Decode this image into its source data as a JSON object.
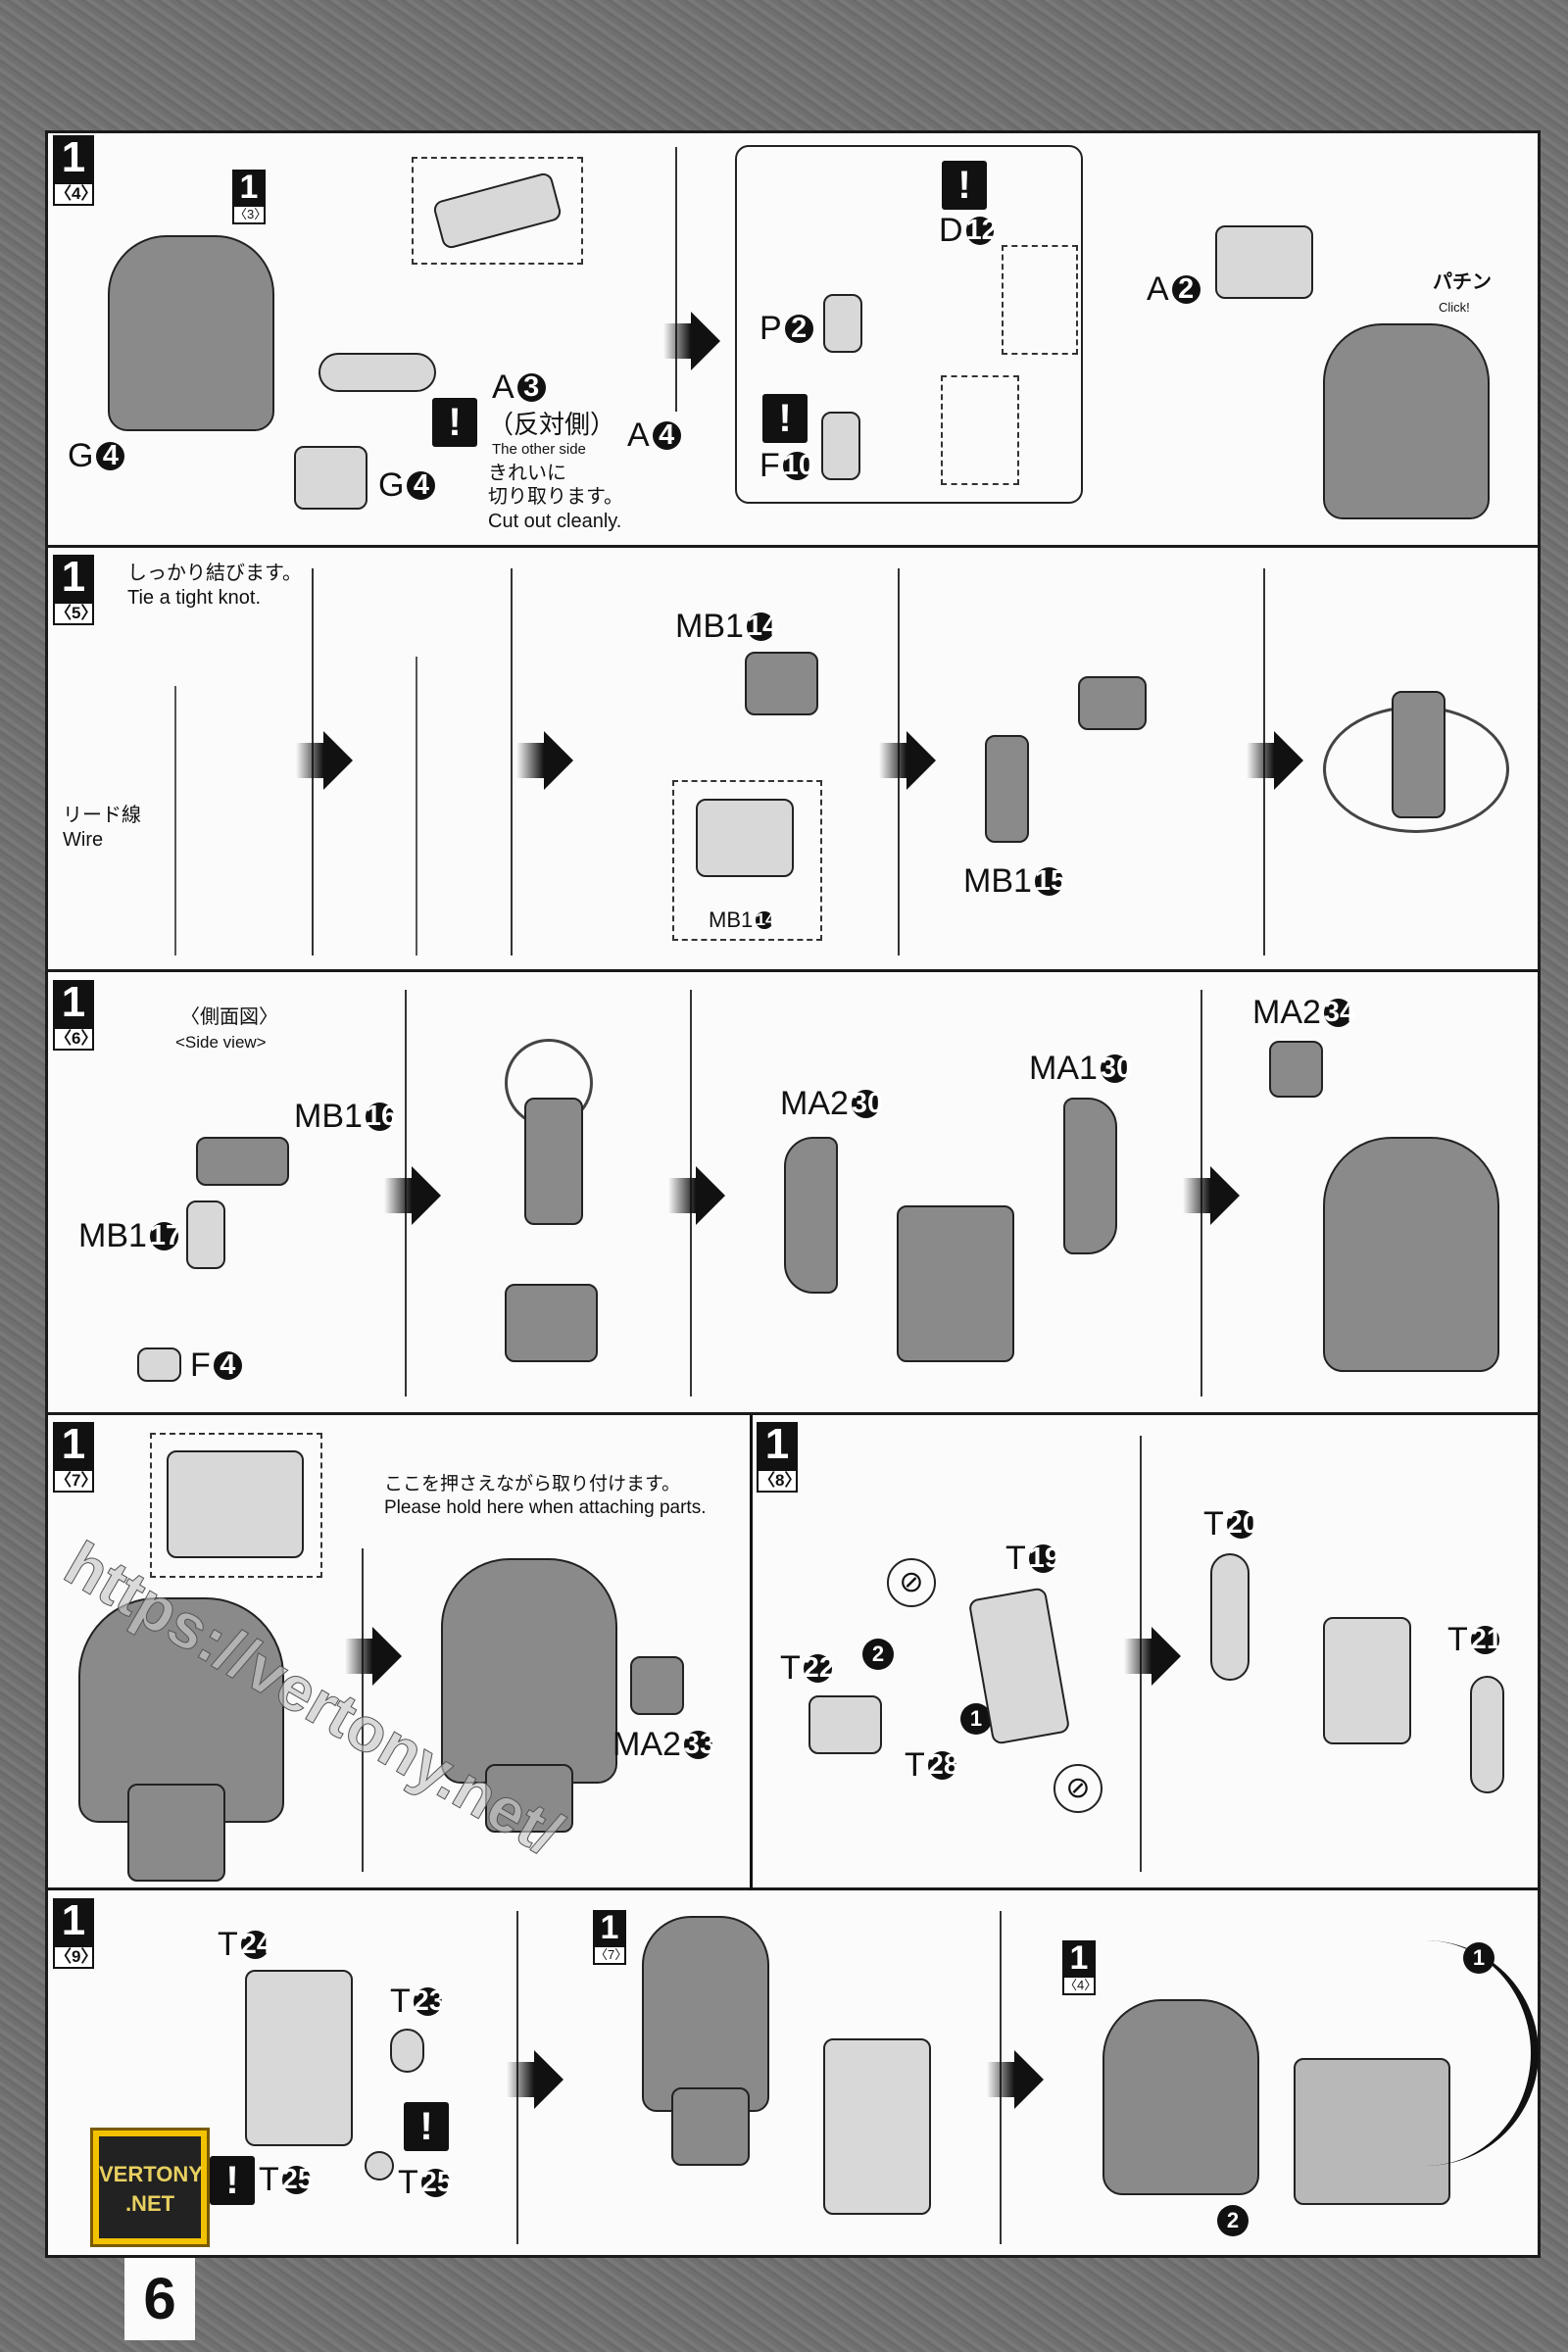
{
  "page_number": "6",
  "steps": [
    {
      "num": "1",
      "sub": "〈4〉",
      "ref": {
        "num": "1",
        "sub": "〈3〉"
      },
      "labels": {
        "a3": {
          "l": "A",
          "n": "3"
        },
        "a4": {
          "l": "A",
          "n": "4"
        },
        "g4a": {
          "l": "G",
          "n": "4"
        },
        "g4b": {
          "l": "G",
          "n": "4"
        },
        "d12": {
          "l": "D",
          "n": "12"
        },
        "p2": {
          "l": "P",
          "n": "2"
        },
        "f10": {
          "l": "F",
          "n": "10"
        },
        "a2": {
          "l": "A",
          "n": "2"
        }
      },
      "other_side_jp": "（反対側）",
      "other_side_en": "The other side",
      "cut_jp1": "きれいに",
      "cut_jp2": "切り取ります。",
      "cut_en": "Cut out cleanly.",
      "click_jp": "パチン",
      "click_en": "Click!",
      "warn": "!"
    },
    {
      "num": "1",
      "sub": "〈5〉",
      "knot_jp": "しっかり結びます。",
      "knot_en": "Tie a tight knot.",
      "wire_jp": "リード線",
      "wire_en": "Wire",
      "labels": {
        "mb14": {
          "l": "MB1",
          "n": "14"
        },
        "mb14s": {
          "l": "MB1",
          "n": "14"
        },
        "mb15": {
          "l": "MB1",
          "n": "15"
        }
      }
    },
    {
      "num": "1",
      "sub": "〈6〉",
      "side_jp": "〈側面図〉",
      "side_en": "<Side view>",
      "labels": {
        "mb16": {
          "l": "MB1",
          "n": "16"
        },
        "mb17": {
          "l": "MB1",
          "n": "17"
        },
        "f4": {
          "l": "F",
          "n": "4"
        },
        "ma230": {
          "l": "MA2",
          "n": "30"
        },
        "ma130": {
          "l": "MA1",
          "n": "30"
        },
        "ma234": {
          "l": "MA2",
          "n": "34"
        }
      }
    },
    {
      "num": "1",
      "sub": "〈7〉",
      "hold_jp": "ここを押さえながら取り付けます。",
      "hold_en": "Please hold here when attaching parts.",
      "labels": {
        "ma233": {
          "l": "MA2",
          "n": "33"
        }
      }
    },
    {
      "num": "1",
      "sub": "〈8〉",
      "labels": {
        "t19": {
          "l": "T",
          "n": "19"
        },
        "t20": {
          "l": "T",
          "n": "20"
        },
        "t21": {
          "l": "T",
          "n": "21"
        },
        "t22": {
          "l": "T",
          "n": "22"
        },
        "t28": {
          "l": "T",
          "n": "28"
        }
      },
      "order": [
        "1",
        "2"
      ]
    },
    {
      "num": "1",
      "sub": "〈9〉",
      "labels": {
        "t24": {
          "l": "T",
          "n": "24"
        },
        "t23": {
          "l": "T",
          "n": "23"
        },
        "t25a": {
          "l": "T",
          "n": "25"
        },
        "t25b": {
          "l": "T",
          "n": "25"
        }
      },
      "ref7": {
        "num": "1",
        "sub": "〈7〉"
      },
      "ref4": {
        "num": "1",
        "sub": "〈4〉"
      },
      "order": [
        "1",
        "2"
      ]
    }
  ],
  "watermark_url": "https://vertony.net/",
  "logo_text": "VERTONY .NET"
}
